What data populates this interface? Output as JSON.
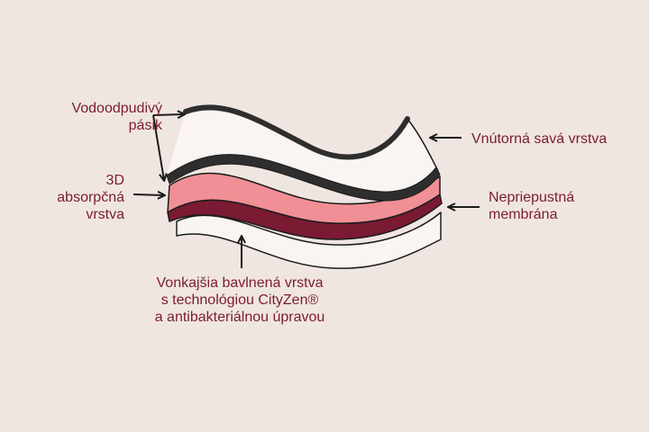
{
  "labels": {
    "water_repellent_strip": "Vodoodpudivý\npásik",
    "absorbent_3d_layer": "3D\nabsorpčná\nvrstva",
    "inner_absorbent_layer": "Vnútorná savá vrstva",
    "impermeable_membrane": "Nepriepustná\nmembrána",
    "outer_cotton_layer": "Vonkajšia bavlnená vrstva\ns technológiou CityZen®\na antibakteriálnou úpravou"
  },
  "colors": {
    "background": "#f0e6e1",
    "label_text": "#7a1d2e",
    "outline": "#1c1c1c",
    "layer_white": "#fbf5f2",
    "absorbent_pink": "#f08f95",
    "membrane_maroon": "#7a1a33",
    "inner_dark_band": "#2e2e2e"
  }
}
